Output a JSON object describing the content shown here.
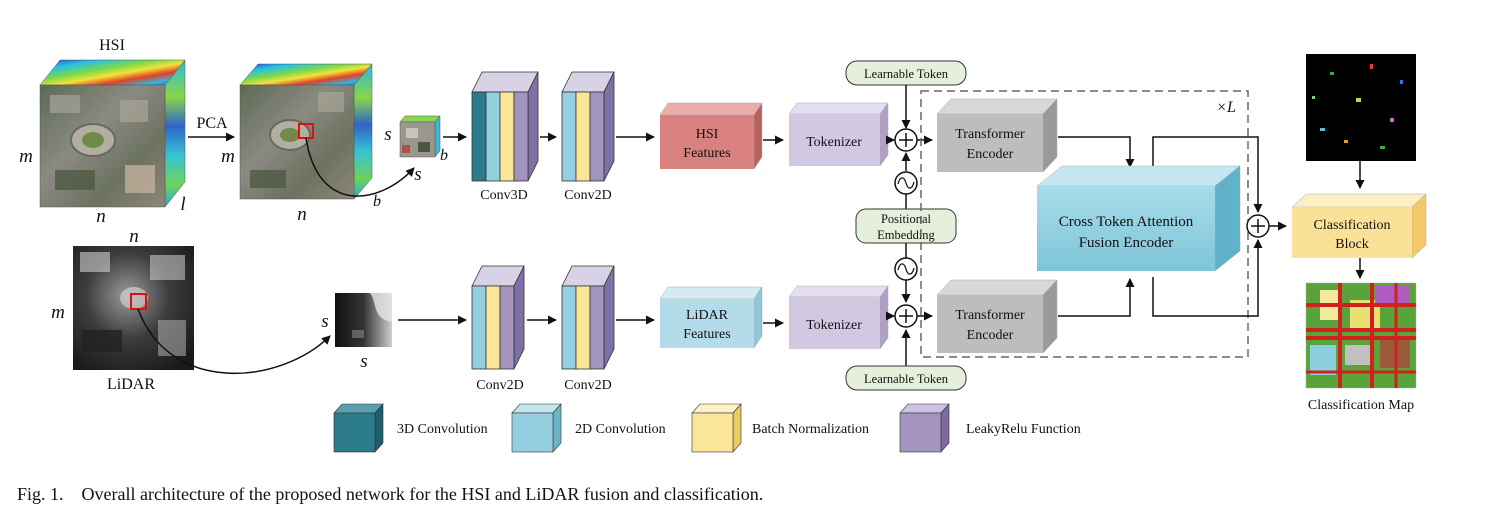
{
  "hsi": {
    "title": "HSI",
    "dim_m": "m",
    "dim_n": "n",
    "dim_l": "l",
    "pca": "PCA",
    "pca_m": "m",
    "pca_n": "n",
    "pca_b": "b",
    "patch_s_left": "s",
    "patch_s_bottom": "s",
    "patch_b": "b"
  },
  "lidar": {
    "title": "LiDAR",
    "dim_m": "m",
    "dim_n": "n",
    "patch_s_left": "s",
    "patch_s_bottom": "s"
  },
  "branch_top": {
    "conv1": "Conv3D",
    "conv2": "Conv2D",
    "features": [
      "HSI",
      "Features"
    ],
    "tokenizer": "Tokenizer",
    "learnable_token": "Learnable Token",
    "encoder": [
      "Transformer",
      "Encoder"
    ]
  },
  "branch_bottom": {
    "conv1": "Conv2D",
    "conv2": "Conv2D",
    "features": [
      "LiDAR",
      "Features"
    ],
    "tokenizer": "Tokenizer",
    "learnable_token": "Learnable Token",
    "encoder": [
      "Transformer",
      "Encoder"
    ]
  },
  "positional": [
    "Positional",
    "Embedding"
  ],
  "fusion": {
    "repeat": "×L",
    "encoder": [
      "Cross Token Attention",
      "Fusion Encoder"
    ]
  },
  "classification": {
    "block": [
      "Classification",
      "Block"
    ],
    "map_label": "Classification Map"
  },
  "legend": [
    {
      "label": "3D Convolution",
      "color": "#2c7b8c"
    },
    {
      "label": "2D Convolution",
      "color": "#93cfdf"
    },
    {
      "label": "Batch Normalization",
      "color": "#fbe598"
    },
    {
      "label": "LeakyRelu Function",
      "color": "#a394bf"
    }
  ],
  "caption": "Fig. 1.    Overall architecture of the proposed network for the HSI and LiDAR fusion and classification.",
  "colors": {
    "conv3d": "#2c7b8c",
    "conv2d": "#93cfdf",
    "batchnorm": "#fbe598",
    "leakyrelu": "#a394bf",
    "hsi_features": "#d9817e",
    "lidar_features": "#b3dbe9",
    "tokenizer": "#d2c8e2",
    "transformer": "#bdbdbd",
    "fusion": "#8ecfe0",
    "classification_block": "#fbe198",
    "token_box": "#e5f0dc"
  }
}
